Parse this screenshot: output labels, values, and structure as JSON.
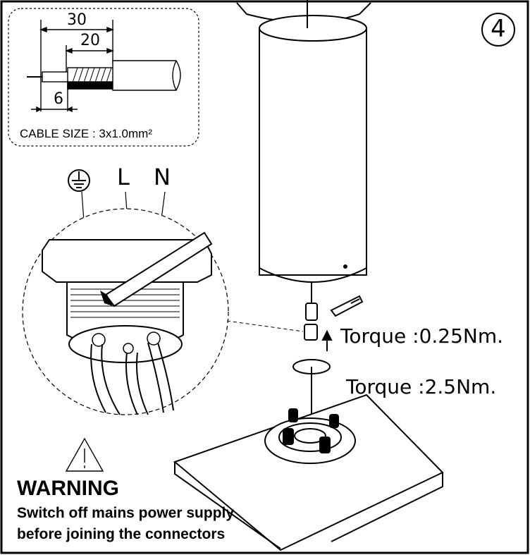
{
  "step": {
    "number": "4"
  },
  "cable_detail": {
    "dim_outer": "30",
    "dim_inner": "20",
    "dim_strip": "6",
    "cable_size": "CABLE SIZE : 3x1.0mm²"
  },
  "terminals": {
    "live": "L",
    "neutral": "N",
    "ground_icon": "earth-ground-icon"
  },
  "torque": {
    "top": "Torque :0.25Nm.",
    "bottom": "Torque :2.5Nm."
  },
  "warning": {
    "icon": "warning-triangle-icon",
    "title": "WARNING",
    "line1": "Switch off mains power supply",
    "line2": "before joining the connectors"
  }
}
